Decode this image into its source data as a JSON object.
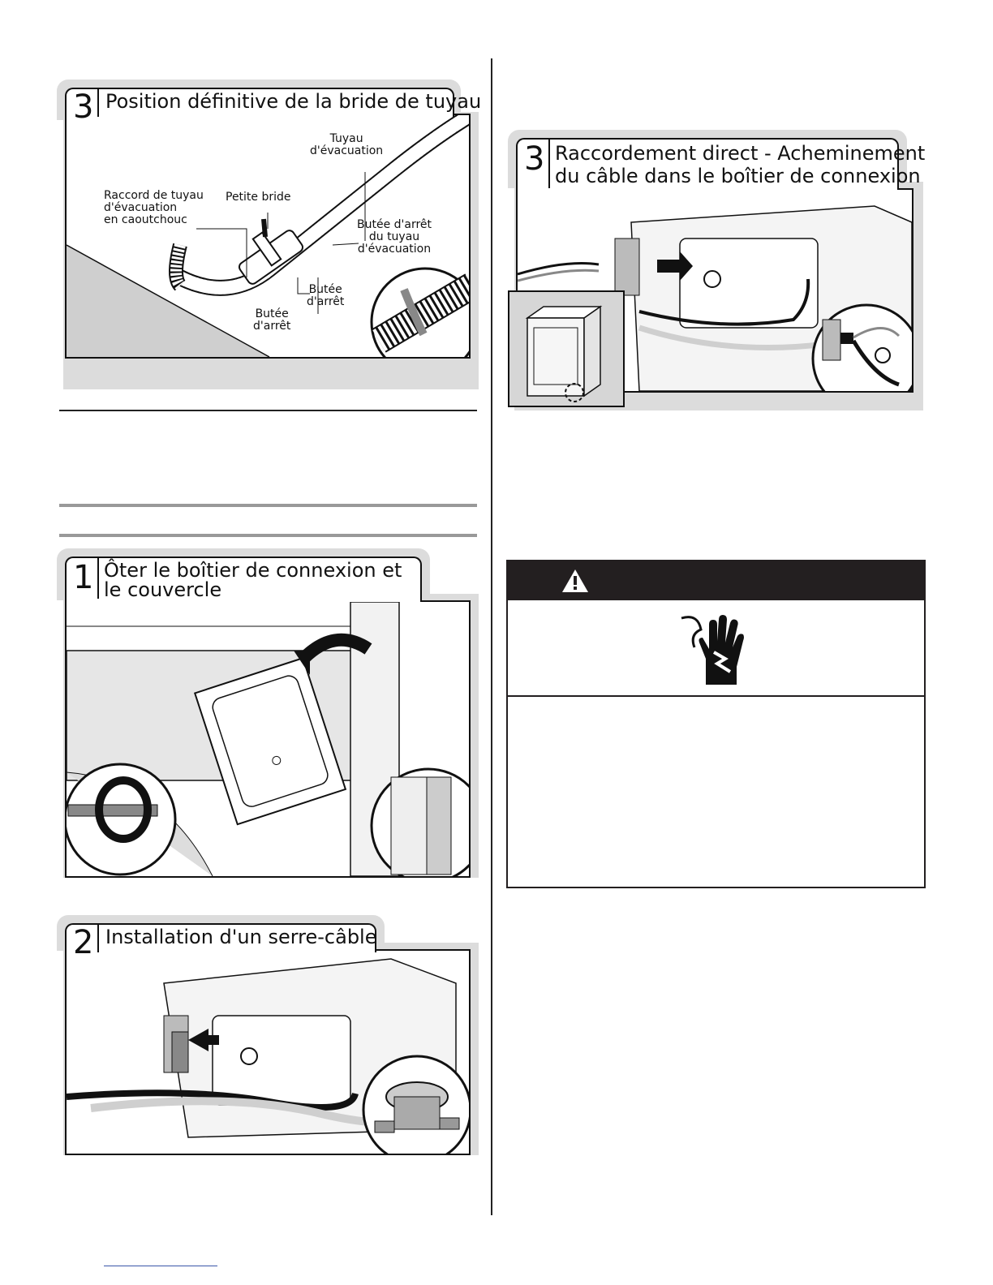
{
  "figures": {
    "hose_clamp": {
      "step": "3",
      "title": "Position définitive de la bride de tuyau",
      "labels": {
        "drain_hose": [
          "Tuyau",
          "d'évacuation"
        ],
        "rubber_fitting": [
          "Raccord de tuyau",
          "d'évacuation",
          "en caoutchouc"
        ],
        "small_clamp": "Petite bride",
        "hose_stop": [
          "Butée d'arrêt",
          "du tuyau",
          "d'évacuation"
        ],
        "stop_right": [
          "Butée",
          "d'arrêt"
        ],
        "stop_bottom": [
          "Butée",
          "d'arrêt"
        ]
      }
    },
    "remove_box": {
      "step": "1",
      "title_line1": "Ôter le boîtier de connexion et",
      "title_line2": "le couvercle"
    },
    "strain_relief": {
      "step": "2",
      "title": "Installation d'un serre-câble"
    },
    "direct_wire": {
      "step": "3",
      "title_line1": "Raccordement direct - Acheminement",
      "title_line2": "du câble dans le boîtier de connexion"
    }
  },
  "warning_box": {
    "header_bg": "#231f20",
    "icons": [
      "warning-triangle-icon",
      "electric-shock-hand-icon"
    ]
  }
}
